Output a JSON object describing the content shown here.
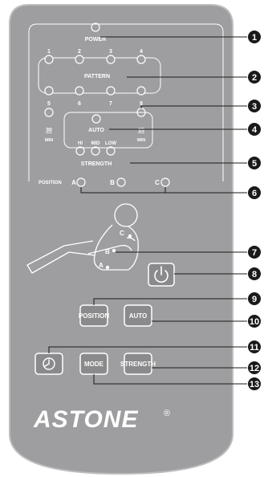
{
  "remote": {
    "power_label": "POWER",
    "pattern_label": "PATTERN",
    "pattern_numbers": [
      "1",
      "2",
      "3",
      "4",
      "5",
      "6",
      "7",
      "8"
    ],
    "timer_left_value": "30",
    "timer_right_value": "15",
    "timer_unit": "MIN",
    "auto_label": "AUTO",
    "hi_label": "HI",
    "mid_label": "MID",
    "low_label": "LOW",
    "strength_label": "STRENGTH",
    "position_label": "POSITION",
    "position_letters": [
      "A",
      "B",
      "C"
    ],
    "figure_letters": [
      "A",
      "B",
      "C"
    ],
    "buttons": {
      "position": "POSITION",
      "auto": "AUTO",
      "mode": "MODE",
      "strength": "STRENGTH"
    },
    "brand": "ASTONE",
    "registered_mark": "®"
  },
  "callouts": [
    "1",
    "2",
    "3",
    "4",
    "5",
    "6",
    "7",
    "8",
    "9",
    "10",
    "11",
    "12",
    "13"
  ],
  "colors": {
    "body": "#9e9ea0",
    "line": "#ffffff",
    "button": "#8a8a8c",
    "callout": "#1a1a1a"
  }
}
